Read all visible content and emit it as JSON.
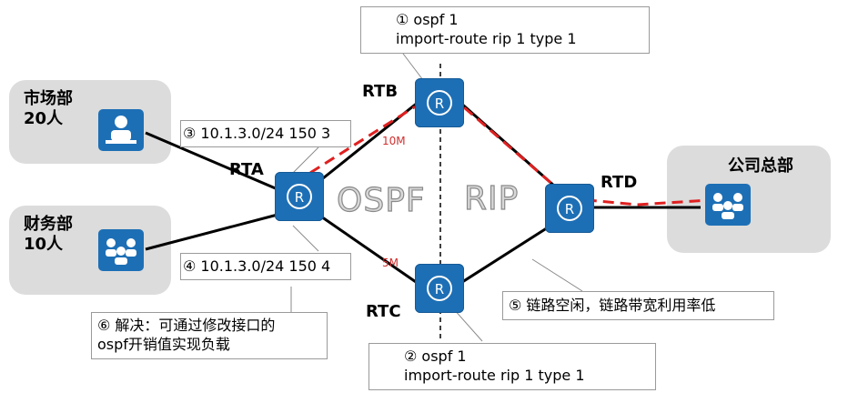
{
  "groups": {
    "market": {
      "line1": "市场部",
      "line2": "20人"
    },
    "finance": {
      "line1": "财务部",
      "line2": "10人"
    },
    "hq": {
      "label": "公司总部"
    }
  },
  "routers": {
    "rta": "RTA",
    "rtb": "RTB",
    "rtc": "RTC",
    "rtd": "RTD"
  },
  "protocols": {
    "left": "OSPF",
    "right": "RIP"
  },
  "bandwidth": {
    "top": "10M",
    "bottom": "5M"
  },
  "notes": {
    "n1_line1": "① ospf 1",
    "n1_line2": "import-route rip 1 type 1",
    "n2_line1": "② ospf 1",
    "n2_line2": "import-route rip 1 type 1",
    "n3": "③ 10.1.3.0/24 150 3",
    "n4": "④ 10.1.3.0/24 150 4",
    "n5": "⑤ 链路空闲，链路带宽利用率低",
    "n6_line1": "⑥  解决：可通过修改接口的",
    "n6_line2": "ospf开销值实现负载"
  },
  "colors": {
    "router": "#1d6fb5",
    "path": "#e02020",
    "group_bg": "#dcdcdc"
  },
  "icons": {
    "router": "router-icon",
    "host": "user-group-icon"
  }
}
